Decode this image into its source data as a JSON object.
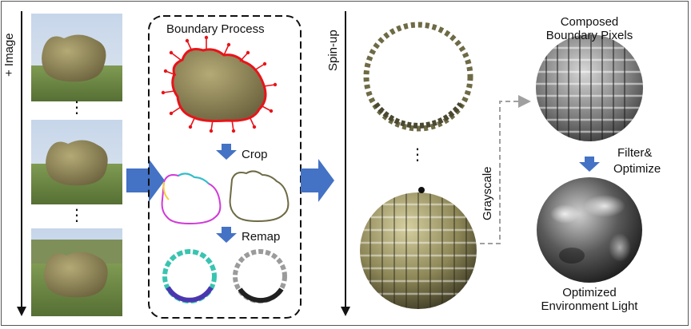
{
  "left_axis_label": "+ Image",
  "dots": "⋮",
  "boundary_process_title": "Boundary Process",
  "crop_label": "Crop",
  "remap_label": "Remap",
  "spinup_axis_label": "Spin-up",
  "grayscale_label": "Grayscale",
  "composed_label_line1": "Composed",
  "composed_label_line2": "Boundary Pixels",
  "filter_label_line1": "Filter&",
  "filter_label_line2": "Optimize",
  "optimized_label_line1": "Optimized",
  "optimized_label_line2": "Environment Light",
  "colors": {
    "arrow_blue": "#4472c4",
    "outline_red": "#e8141a",
    "sky": "#a9c3df",
    "grass": "#6d8a46",
    "object_olive": "#8a8052",
    "dashed_gray": "#a0a0a0"
  }
}
